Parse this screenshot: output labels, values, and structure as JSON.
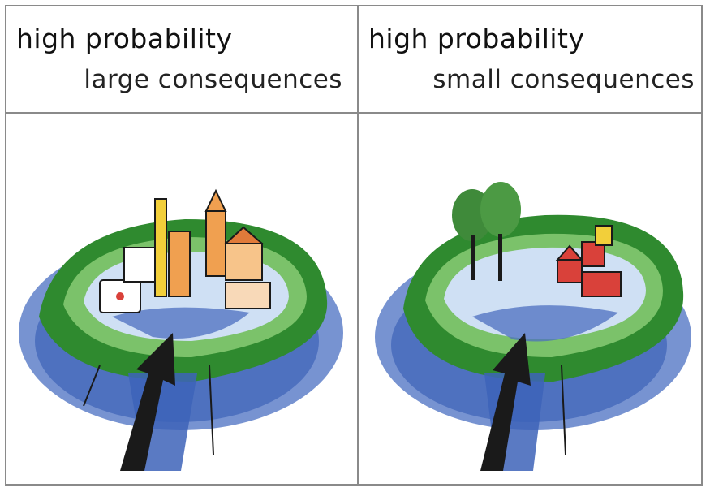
{
  "panels": [
    {
      "title": "high probability",
      "subtitle": "large consequences",
      "illustration": "dike-ring-with-city-icon"
    },
    {
      "title": "high probability",
      "subtitle": "small consequences",
      "illustration": "dike-ring-with-village-icon"
    }
  ],
  "colors": {
    "water": "#3d63b8",
    "water_light": "#bcd2ef",
    "dike_green": "#2f8a2f",
    "dike_green_light": "#7bc26a",
    "arrow": "#1a1a1a",
    "house_red": "#d9413a",
    "building_orange": "#f0a050",
    "building_yellow": "#f2cf3a",
    "tree": "#3f8a3a",
    "border": "#8a8a8a"
  }
}
